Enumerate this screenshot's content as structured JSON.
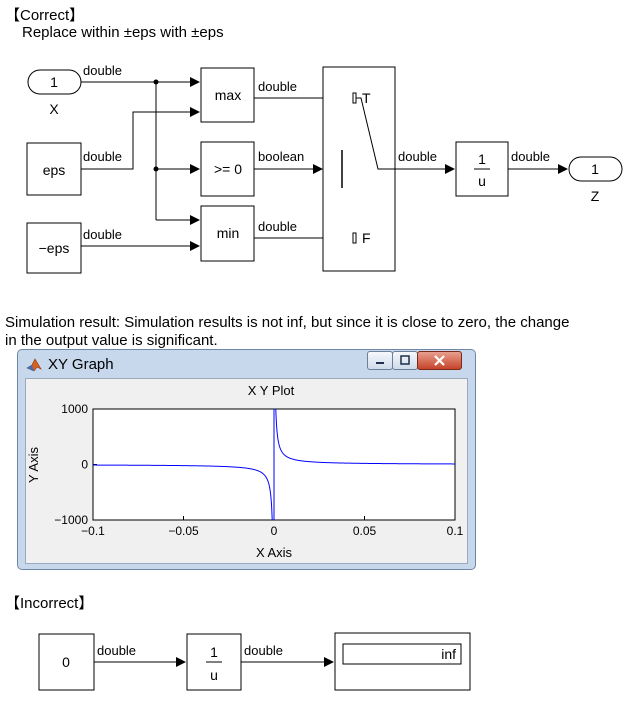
{
  "correct": {
    "heading": "【Correct】",
    "subheading": "Replace within ±eps with ±eps",
    "blocks": {
      "inport_num": "1",
      "inport_label": "X",
      "eps": "eps",
      "neg_eps": "−eps",
      "max": "max",
      "ge": ">= 0",
      "min": "min",
      "switch_true": "T",
      "switch_false": "F",
      "recip_num": "1",
      "recip_den": "u",
      "outport_num": "1",
      "outport_label": "Z"
    },
    "wires": {
      "x_out": "double",
      "eps_out": "double",
      "neg_eps_out": "double",
      "max_out": "double",
      "ge_out": "boolean",
      "min_out": "double",
      "switch_out": "double",
      "recip_out": "double"
    }
  },
  "simulation": {
    "text_line1": "Simulation result: Simulation results is not inf, but since it is close to zero, the change",
    "text_line2": "in the output value is significant."
  },
  "xy_window": {
    "title": "XY Graph",
    "chart_data": {
      "type": "line",
      "title": "X Y Plot",
      "xlabel": "X Axis",
      "ylabel": "Y Axis",
      "xlim": [
        -0.1,
        0.1
      ],
      "ylim": [
        -1000,
        1000
      ],
      "xticks": [
        "-0.1",
        "-0.05",
        "0",
        "0.05",
        "0.1"
      ],
      "yticks": [
        "1000",
        "0",
        "-1000"
      ],
      "grid": false,
      "series_color": "#0000ff",
      "function": "y = 1/x with |x| >= 0.001"
    }
  },
  "incorrect": {
    "heading": "【Incorrect】",
    "blocks": {
      "const": "0",
      "recip_num": "1",
      "recip_den": "u",
      "display_value": "inf"
    },
    "wires": {
      "const_out": "double",
      "recip_out": "double"
    }
  }
}
